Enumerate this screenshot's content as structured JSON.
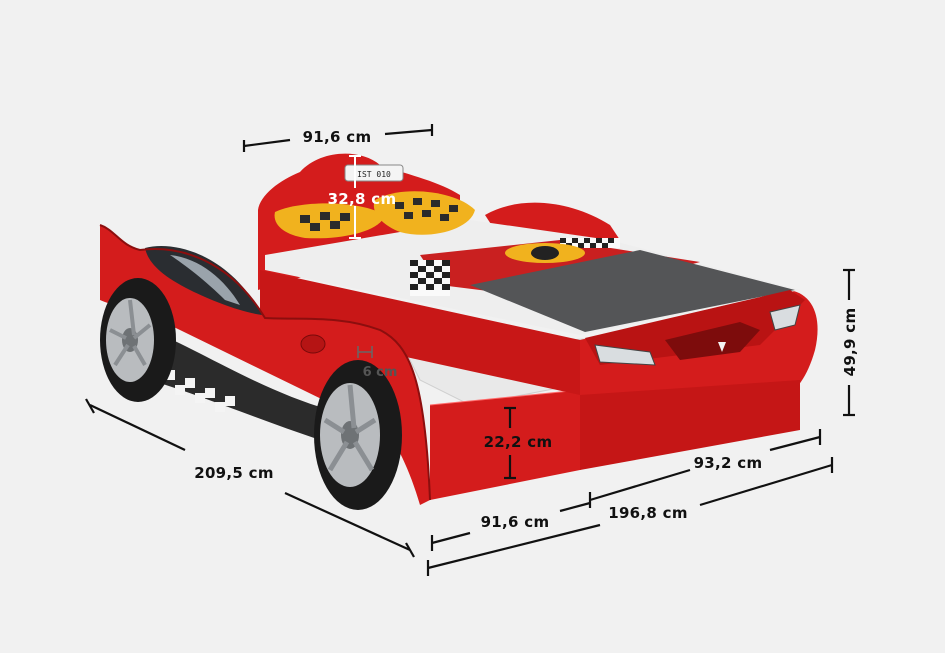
{
  "dimensions": {
    "headboard_width": "91,6 cm",
    "headboard_height": "32,8 cm",
    "wall_thickness": "6 cm",
    "total_height": "49,9 cm",
    "trundle_height": "22,2 cm",
    "total_length": "209,5 cm",
    "front_depth": "93,2 cm",
    "trundle_width": "91,6 cm",
    "total_width": "196,8 cm"
  },
  "plate_text": "IST 010",
  "colors": {
    "background": "#f1f1f1",
    "bed_red": "#d41c1c",
    "bed_red_dark": "#9c0f0f",
    "tire": "#1a1a1a",
    "rim": "#b9bcbf",
    "mattress": "#ececec",
    "blanket": "#545557",
    "checker": "#222222",
    "cushion_yellow": "#f1b21e"
  }
}
